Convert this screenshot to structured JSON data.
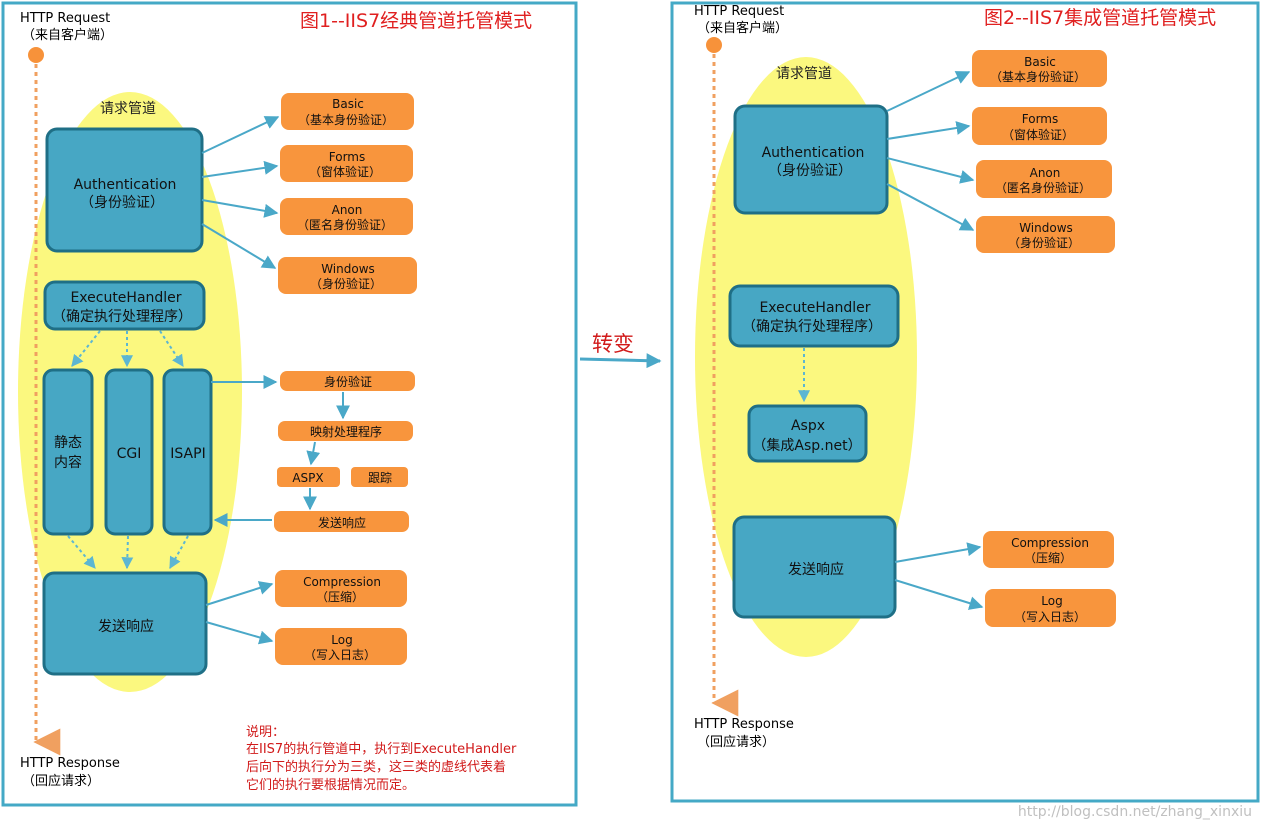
{
  "left": {
    "title": "图1--IIS7经典管道托管模式",
    "request_l1": "HTTP Request",
    "request_l2": "（来自客户端）",
    "response_l1": "HTTP Response",
    "response_l2": "（回应请求）",
    "pipeline_label": "请求管道",
    "auth_l1": "Authentication",
    "auth_l2": "（身份验证）",
    "basic_l1": "Basic",
    "basic_l2": "（基本身份验证）",
    "forms_l1": "Forms",
    "forms_l2": "（窗体验证）",
    "anon_l1": "Anon",
    "anon_l2": "（匿名身份验证）",
    "windows_l1": "Windows",
    "windows_l2": "（身份验证）",
    "exec_l1": "ExecuteHandler",
    "exec_l2": "（确定执行处理程序）",
    "static_l1": "静态",
    "static_l2": "内容",
    "cgi": "CGI",
    "isapi": "ISAPI",
    "isapi_auth": "身份验证",
    "isapi_map": "映射处理程序",
    "isapi_aspx": "ASPX",
    "isapi_trace": "跟踪",
    "isapi_send": "发送响应",
    "send_response": "发送响应",
    "compression_l1": "Compression",
    "compression_l2": "（压缩）",
    "log_l1": "Log",
    "log_l2": "（写入日志）",
    "note_l1": "说明：",
    "note_l2": "在IIS7的执行管道中，执行到ExecuteHandler",
    "note_l3": "后向下的执行分为三类，这三类的虚线代表着",
    "note_l4": "它们的执行要根据情况而定。"
  },
  "transition_label": "转变",
  "right": {
    "title": "图2--IIS7集成管道托管模式",
    "request_l1": "HTTP Request",
    "request_l2": "（来自客户端）",
    "response_l1": "HTTP Response",
    "response_l2": "（回应请求）",
    "pipeline_label": "请求管道",
    "auth_l1": "Authentication",
    "auth_l2": "（身份验证）",
    "basic_l1": "Basic",
    "basic_l2": "（基本身份验证）",
    "forms_l1": "Forms",
    "forms_l2": "（窗体验证）",
    "anon_l1": "Anon",
    "anon_l2": "（匿名身份验证）",
    "windows_l1": "Windows",
    "windows_l2": "（身份验证）",
    "exec_l1": "ExecuteHandler",
    "exec_l2": "（确定执行处理程序）",
    "aspx_l1": "Aspx",
    "aspx_l2": "（集成Asp.net）",
    "send_response": "发送响应",
    "compression_l1": "Compression",
    "compression_l2": "（压缩）",
    "log_l1": "Log",
    "log_l2": "（写入日志）"
  },
  "watermark": "http://blog.csdn.net/zhang_xinxiu",
  "colors": {
    "frame": "#44a9c6",
    "pipeline": "#fbf87f",
    "module": "#47a7c4",
    "submodule": "#f8953d",
    "title": "#e02020",
    "flow": "#f0a060"
  }
}
